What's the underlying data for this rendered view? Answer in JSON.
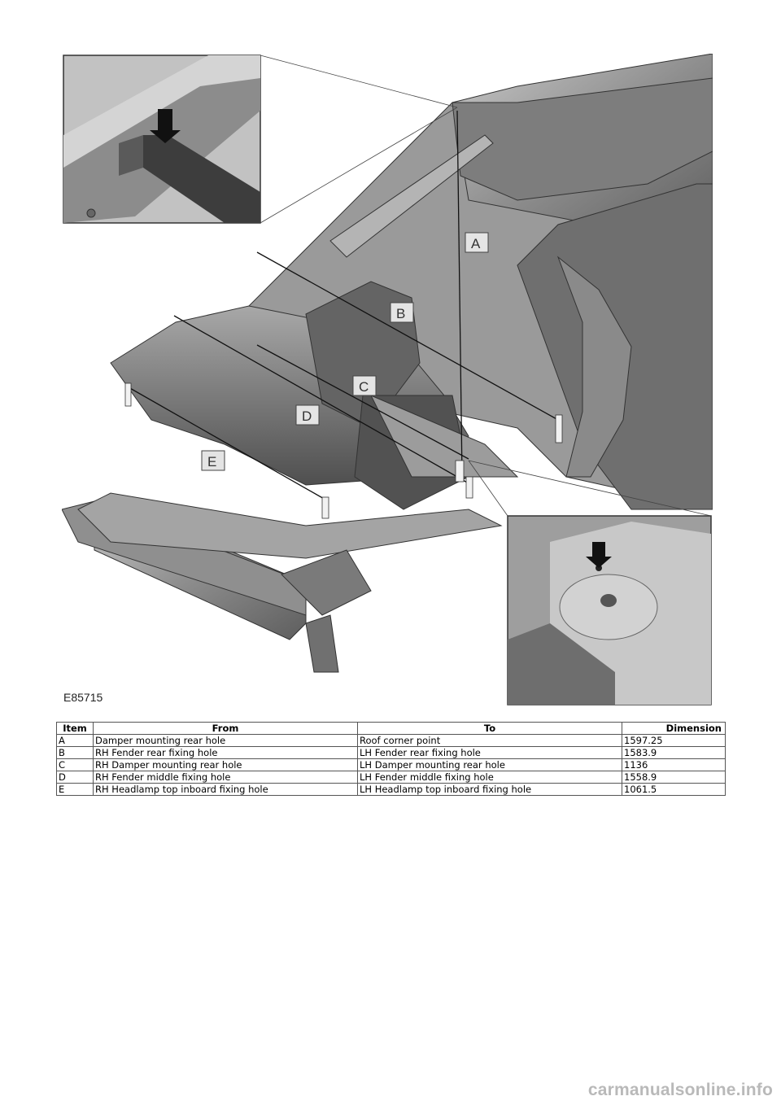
{
  "figure": {
    "id_label": "E85715",
    "callouts": [
      "A",
      "B",
      "C",
      "D",
      "E"
    ]
  },
  "table": {
    "headers": [
      "Item",
      "From",
      "To",
      "Dimension"
    ],
    "rows": [
      [
        "A",
        "Damper mounting rear hole",
        "Roof corner point",
        "1597.25"
      ],
      [
        "B",
        "RH Fender rear fixing hole",
        "LH Fender rear fixing hole",
        "1583.9"
      ],
      [
        "C",
        "RH Damper mounting rear hole",
        "LH Damper mounting rear hole",
        "1136"
      ],
      [
        "D",
        "RH Fender middle fixing hole",
        "LH Fender middle fixing hole",
        "1558.9"
      ],
      [
        "E",
        "RH Headlamp top inboard fixing hole",
        "LH Headlamp top inboard fixing hole",
        "1061.5"
      ]
    ]
  },
  "watermark": "carmanualsonline.info"
}
